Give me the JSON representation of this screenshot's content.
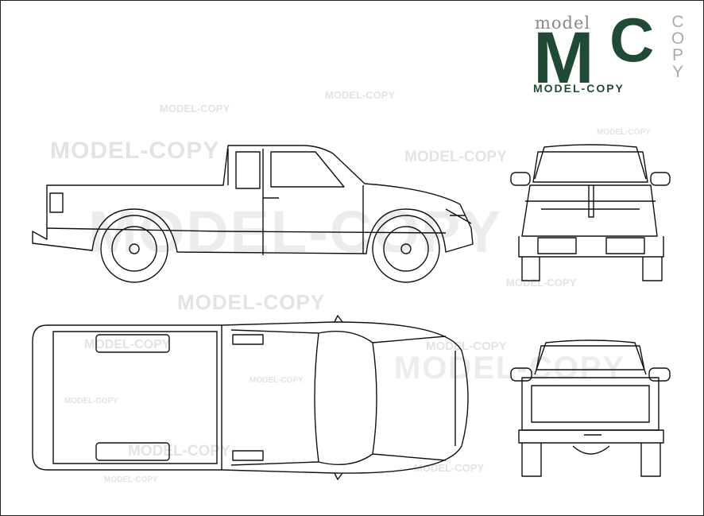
{
  "logo": {
    "small_text": "model",
    "letters_m": "M",
    "letters_c": "C",
    "vertical_text": "COPY",
    "bottom_text": "MODEL-COPY",
    "brand_color": "#1f4a36"
  },
  "watermarks": {
    "text": "MODEL-COPY",
    "color": "#e3e3e3"
  },
  "views": [
    "side-view",
    "front-view",
    "top-view",
    "rear-view"
  ]
}
